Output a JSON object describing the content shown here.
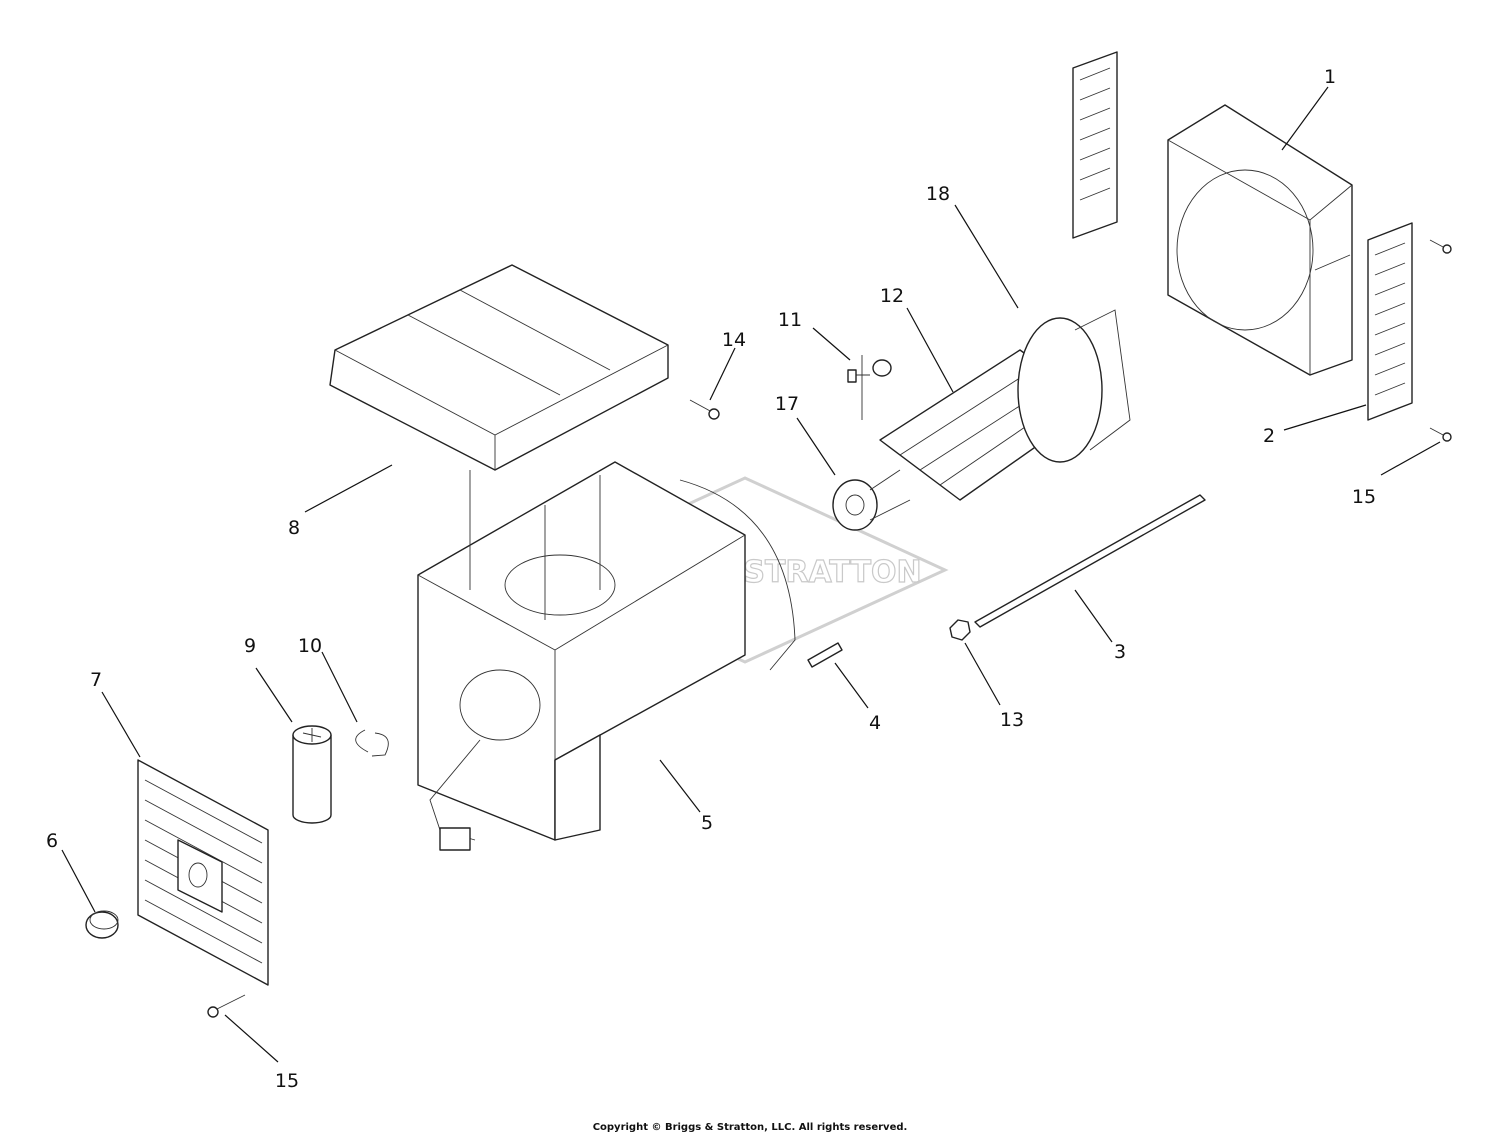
{
  "watermark": "BRIGGS & STRATTON",
  "copyright": "Copyright © Briggs & Stratton, LLC. All rights reserved.",
  "callouts": [
    {
      "id": "c1",
      "label": "1"
    },
    {
      "id": "c2",
      "label": "2"
    },
    {
      "id": "c3",
      "label": "3"
    },
    {
      "id": "c4",
      "label": "4"
    },
    {
      "id": "c5",
      "label": "5"
    },
    {
      "id": "c6",
      "label": "6"
    },
    {
      "id": "c7",
      "label": "7"
    },
    {
      "id": "c8",
      "label": "8"
    },
    {
      "id": "c9",
      "label": "9"
    },
    {
      "id": "c10",
      "label": "10"
    },
    {
      "id": "c11",
      "label": "11"
    },
    {
      "id": "c12",
      "label": "12"
    },
    {
      "id": "c13",
      "label": "13"
    },
    {
      "id": "c14",
      "label": "14"
    },
    {
      "id": "c15a",
      "label": "15"
    },
    {
      "id": "c15b",
      "label": "15"
    },
    {
      "id": "c17",
      "label": "17"
    },
    {
      "id": "c18",
      "label": "18"
    }
  ]
}
